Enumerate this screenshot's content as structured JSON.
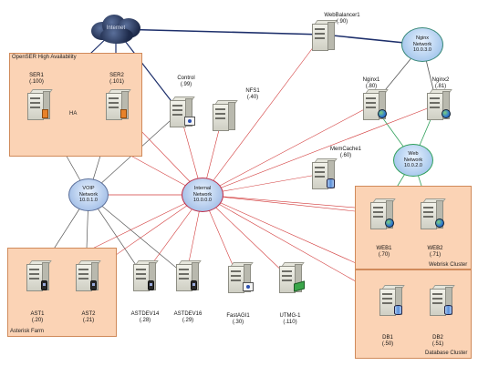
{
  "groups": {
    "openser": "OpenSER High Availability",
    "asterisk": "Asterisk Farm",
    "webrisk": "Webrisk Cluster",
    "database": "Database Cluster"
  },
  "internet": "Internet",
  "ha_label": "HA",
  "hubs": {
    "nginx": {
      "name": "Nginx",
      "line2": "Network",
      "ip": "10.0.3.0"
    },
    "web": {
      "name": "Web",
      "line2": "Network",
      "ip": "10.0.2.0"
    },
    "voip": {
      "name": "VOIP",
      "line2": "Network",
      "ip": "10.0.1.0"
    },
    "internal": {
      "name": "Internal",
      "line2": "Network",
      "ip": "10.0.0.0"
    }
  },
  "nodes": {
    "webbalancer": {
      "name": "WebBalancer1",
      "ip": "(.90)"
    },
    "ser1": {
      "name": "SER1",
      "ip": "(.100)"
    },
    "ser2": {
      "name": "SER2",
      "ip": "(.101)"
    },
    "control": {
      "name": "Control",
      "ip": "(.99)"
    },
    "nfs1": {
      "name": "NFS1",
      "ip": "(.40)"
    },
    "nginx1": {
      "name": "Nginx1",
      "ip": "(.80)"
    },
    "nginx2": {
      "name": "Nginx2",
      "ip": "(.81)"
    },
    "memcache1": {
      "name": "MemCache1",
      "ip": "(.60)"
    },
    "web1": {
      "name": "WEB1",
      "ip": "(.70)"
    },
    "web2": {
      "name": "WEB2",
      "ip": "(.71)"
    },
    "ast1": {
      "name": "AST1",
      "ip": "(.20)"
    },
    "ast2": {
      "name": "AST2",
      "ip": "(.21)"
    },
    "astdev14": {
      "name": "ASTDEV14",
      "ip": "(.28)"
    },
    "astdev16": {
      "name": "ASTDEV16",
      "ip": "(.29)"
    },
    "fastagi1": {
      "name": "FastAGI1",
      "ip": "(.30)"
    },
    "utmg1": {
      "name": "UTMG-1",
      "ip": "(.110)"
    },
    "db1": {
      "name": "DB1",
      "ip": "(.50)"
    },
    "db2": {
      "name": "DB2",
      "ip": "(.51)"
    }
  },
  "colors": {
    "internal_link": "#d23a3a",
    "voip_link": "#555555",
    "backbone_link": "#1d2f6b",
    "group_fill": "#fbd3b5"
  }
}
